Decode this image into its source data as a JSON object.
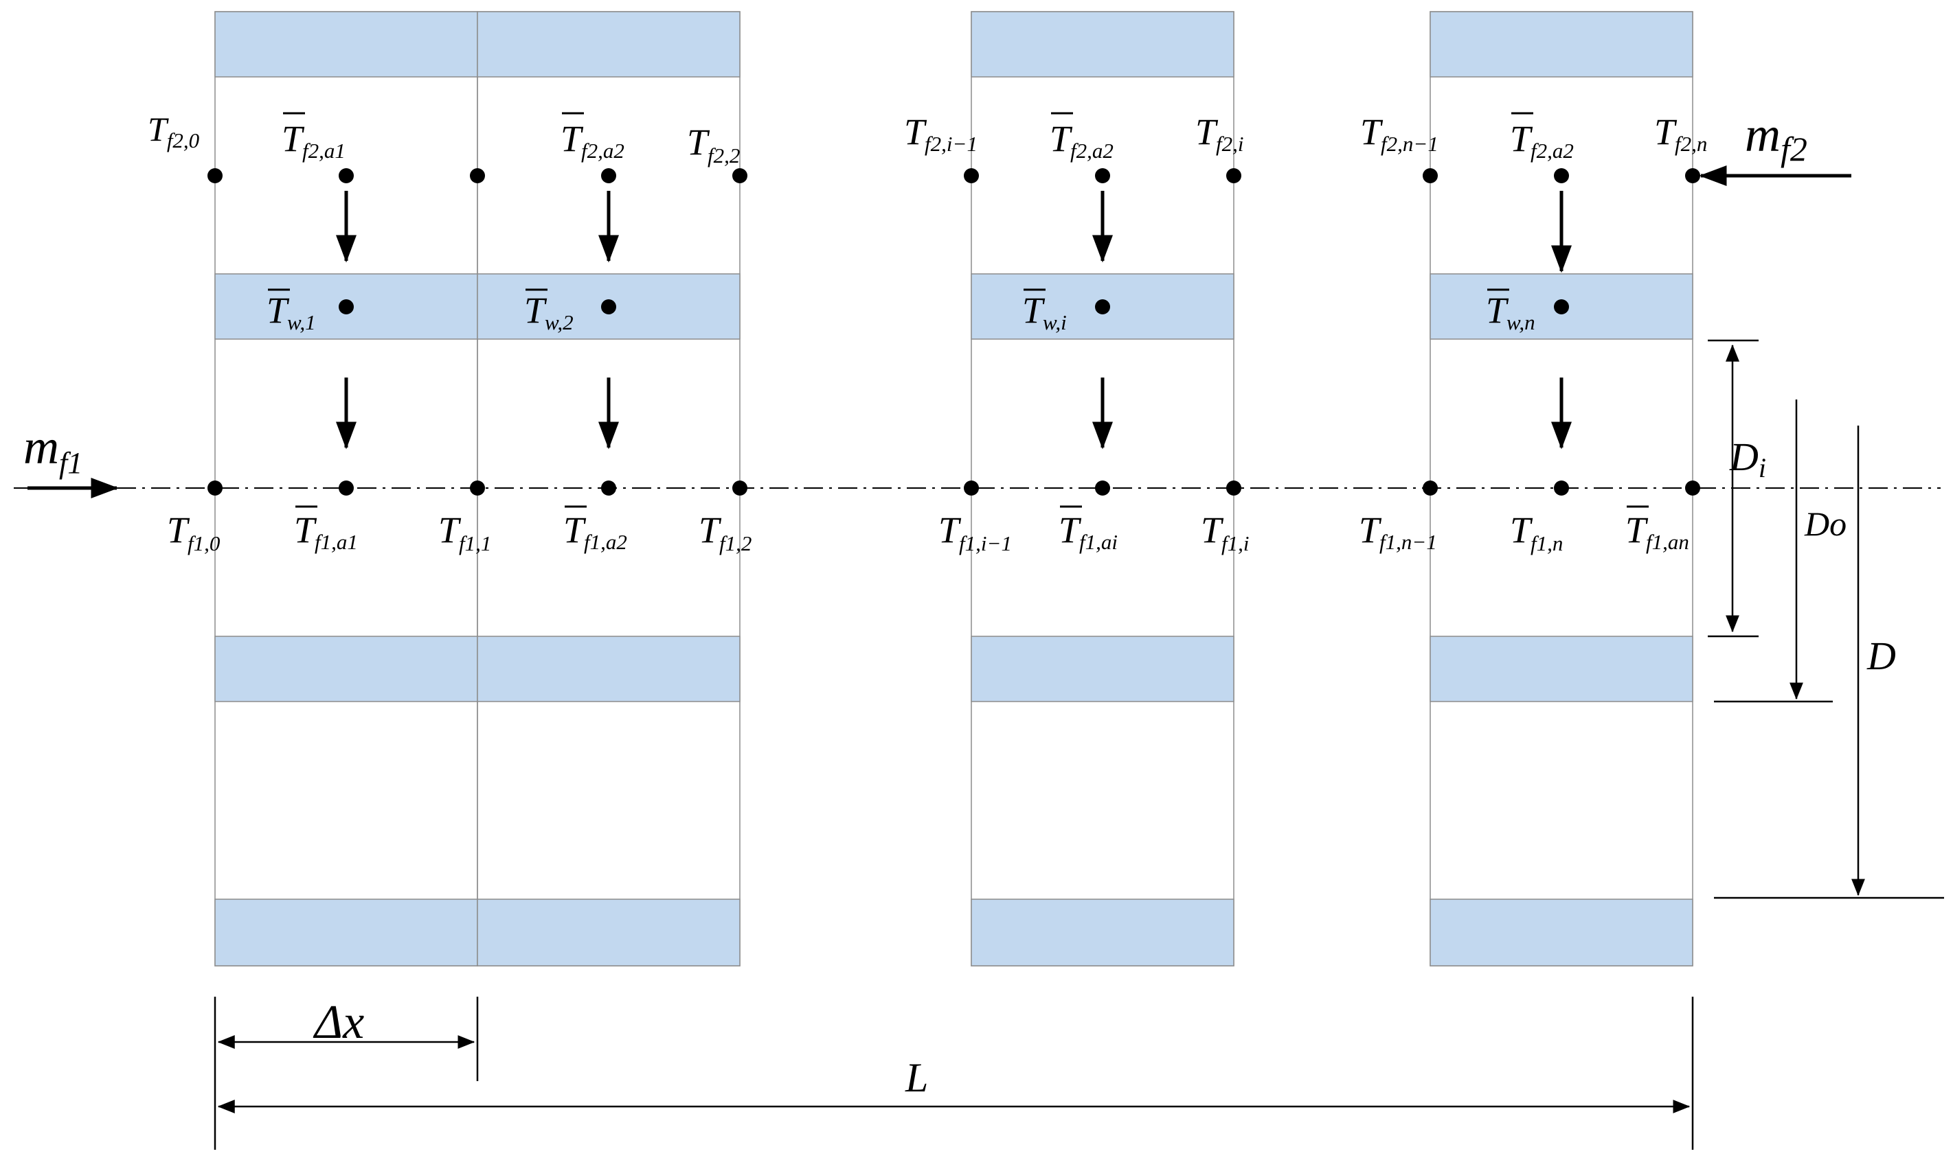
{
  "colors": {
    "wall_fill": "#c2d8ef",
    "cell_stroke": "#8c8c8c",
    "ink": "#000000"
  },
  "flows": {
    "hot_fluid": {
      "base": "m",
      "sub": "f2"
    },
    "cold_fluid": {
      "base": "m",
      "sub": "f1"
    }
  },
  "labels": {
    "Tf2_0": {
      "base": "T",
      "sub": "f2,0"
    },
    "Tf2_a1": {
      "base": "T",
      "sub": "f2,a1"
    },
    "Tf2_a2_1": {
      "base": "T",
      "sub": "f2,a2"
    },
    "Tf2_2": {
      "base": "T",
      "sub": "f2,2"
    },
    "Tf2_im1": {
      "base": "T",
      "sub": "f2,i−1"
    },
    "Tf2_a2_2": {
      "base": "T",
      "sub": "f2,a2"
    },
    "Tf2_i": {
      "base": "T",
      "sub": "f2,i"
    },
    "Tf2_nm1": {
      "base": "T",
      "sub": "f2,n−1"
    },
    "Tf2_a2_3": {
      "base": "T",
      "sub": "f2,a2"
    },
    "Tf2_n": {
      "base": "T",
      "sub": "f2,n"
    },
    "Tw_1": {
      "base": "T",
      "sub": "w,1"
    },
    "Tw_2": {
      "base": "T",
      "sub": "w,2"
    },
    "Tw_i": {
      "base": "T",
      "sub": "w,i"
    },
    "Tw_n": {
      "base": "T",
      "sub": "w,n"
    },
    "Tf1_0": {
      "base": "T",
      "sub": "f1,0"
    },
    "Tf1_a1": {
      "base": "T",
      "sub": "f1,a1"
    },
    "Tf1_1": {
      "base": "T",
      "sub": "f1,1"
    },
    "Tf1_a2": {
      "base": "T",
      "sub": "f1,a2"
    },
    "Tf1_2": {
      "base": "T",
      "sub": "f1,2"
    },
    "Tf1_im1": {
      "base": "T",
      "sub": "f1,i−1"
    },
    "Tf1_ai": {
      "base": "T",
      "sub": "f1,ai"
    },
    "Tf1_i": {
      "base": "T",
      "sub": "f1,i"
    },
    "Tf1_nm1": {
      "base": "T",
      "sub": "f1,n−1"
    },
    "Tf1_n": {
      "base": "T",
      "sub": "f1,n"
    },
    "Tf1_an": {
      "base": "T",
      "sub": "f1,an"
    }
  },
  "dimensions": {
    "Di": "D",
    "Di_sub": "i",
    "Do": "Do",
    "D": "D",
    "dx": "Δx",
    "L": "L"
  }
}
